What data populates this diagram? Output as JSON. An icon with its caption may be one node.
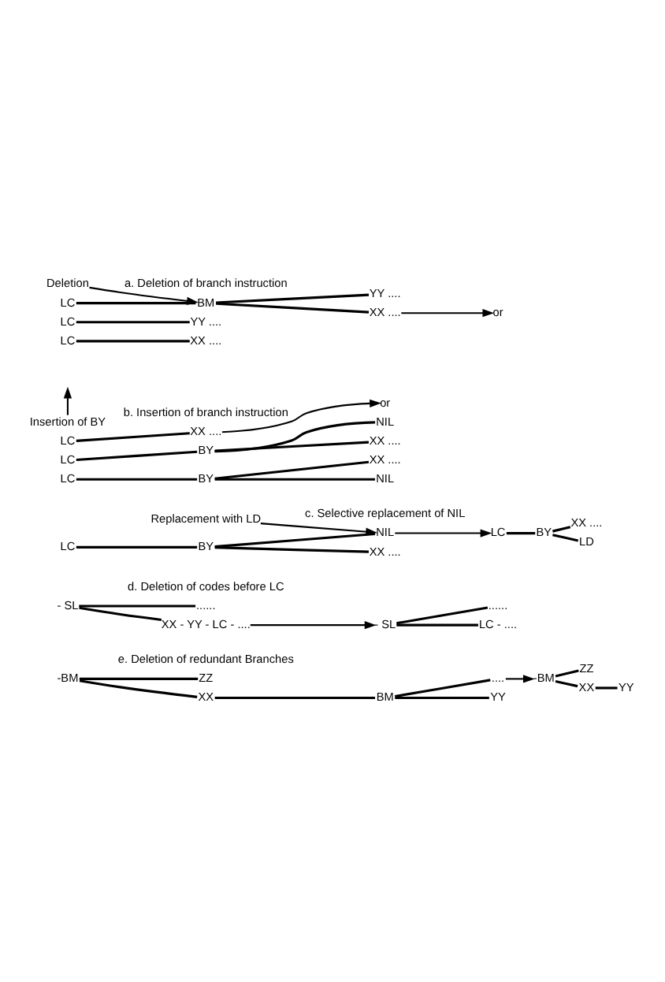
{
  "diagram": {
    "nodes": [
      {
        "text": [
          "Deletion"
        ]
      },
      {
        "text": [
          "LC"
        ]
      },
      {
        "text": [
          "BM"
        ]
      },
      {
        "text": [
          "XX ...."
        ]
      },
      {
        "text": [
          "YY ...."
        ]
      },
      {
        "text": [
          "or"
        ]
      },
      {
        "text": [
          "LC"
        ]
      },
      {
        "text": [
          "YY ...."
        ]
      },
      {
        "text": [
          "LC"
        ]
      },
      {
        "text": [
          "XX ...."
        ]
      },
      {
        "text": [
          "Insertion of BY"
        ]
      },
      {
        "text": [
          "LC"
        ]
      },
      {
        "text": [
          "XX ...."
        ]
      },
      {
        "text": [
          "or"
        ]
      },
      {
        "text": [
          "LC"
        ]
      },
      {
        "text": [
          "BY"
        ]
      },
      {
        "text": [
          "XX ...."
        ]
      },
      {
        "text": [
          "NIL"
        ]
      },
      {
        "text": [
          "LC"
        ]
      },
      {
        "text": [
          "BY"
        ]
      },
      {
        "text": [
          "NIL"
        ]
      },
      {
        "text": [
          "XX ...."
        ]
      },
      {
        "text": [
          "Replacement with LD"
        ]
      },
      {
        "text": [
          "LC"
        ]
      },
      {
        "text": [
          "BY"
        ]
      },
      {
        "text": [
          "NIL"
        ]
      },
      {
        "text": [
          "XX ...."
        ]
      },
      {
        "text": [
          "LC"
        ]
      },
      {
        "text": [
          "BY"
        ]
      },
      {
        "text": [
          "LD"
        ]
      },
      {
        "text": [
          "XX ...."
        ]
      },
      {
        "text": [
          "- SL"
        ]
      },
      {
        "text": [
          "XX - YY - LC - ...."
        ]
      },
      {
        "text": [
          "......"
        ]
      },
      {
        "text": [
          "- SL"
        ]
      },
      {
        "text": [
          "LC - ...."
        ]
      },
      {
        "text": [
          "......"
        ]
      },
      {
        "text": [
          "-BM"
        ]
      },
      {
        "text": [
          "XX"
        ]
      },
      {
        "text": [
          "BM"
        ]
      },
      {
        "text": [
          "YY"
        ]
      },
      {
        "text": [
          "...."
        ]
      },
      {
        "text": [
          "ZZ"
        ]
      },
      {
        "text": [
          "-BM"
        ]
      },
      {
        "text": [
          "XX"
        ]
      },
      {
        "text": [
          "YY"
        ]
      },
      {
        "text": [
          "ZZ"
        ]
      }
    ],
    "edges": [
      {
        "from": 0,
        "to": 2,
        "arrow": "to"
      },
      {
        "from": 1,
        "to": 2,
        "arrow": "none"
      },
      {
        "from": 2,
        "to": 3,
        "arrow": "none"
      },
      {
        "from": 2,
        "to": 4,
        "arrow": "none"
      },
      {
        "from": 3,
        "to": 5,
        "arrow": "to"
      },
      {
        "from": 6,
        "to": 7,
        "arrow": "none"
      },
      {
        "from": 8,
        "to": 9,
        "arrow": "none"
      },
      {
        "from": 10,
        "to": null,
        "arrow": "to"
      },
      {
        "from": 11,
        "to": 12,
        "arrow": "none"
      },
      {
        "from": 12,
        "to": 13,
        "arrow": "to"
      },
      {
        "from": 14,
        "to": 15,
        "arrow": "none"
      },
      {
        "from": 15,
        "to": 16,
        "arrow": "none"
      },
      {
        "from": 15,
        "to": 17,
        "arrow": "none"
      },
      {
        "from": 18,
        "to": 19,
        "arrow": "none"
      },
      {
        "from": 19,
        "to": 20,
        "arrow": "none"
      },
      {
        "from": 19,
        "to": 21,
        "arrow": "none"
      },
      {
        "from": 22,
        "to": 25,
        "arrow": "to"
      },
      {
        "from": 23,
        "to": 24,
        "arrow": "none"
      },
      {
        "from": 24,
        "to": 25,
        "arrow": "none"
      },
      {
        "from": 24,
        "to": 26,
        "arrow": "none"
      },
      {
        "from": 25,
        "to": 27,
        "arrow": "to"
      },
      {
        "from": 27,
        "to": 28,
        "arrow": "none"
      },
      {
        "from": 28,
        "to": 29,
        "arrow": "none"
      },
      {
        "from": 28,
        "to": 30,
        "arrow": "none"
      },
      {
        "from": 31,
        "to": 32,
        "arrow": "none"
      },
      {
        "from": 31,
        "to": 33,
        "arrow": "none"
      },
      {
        "from": 32,
        "to": 34,
        "arrow": "to"
      },
      {
        "from": 34,
        "to": 35,
        "arrow": "none"
      },
      {
        "from": 34,
        "to": 36,
        "arrow": "none"
      },
      {
        "from": 37,
        "to": 38,
        "arrow": "none"
      },
      {
        "from": 37,
        "to": 42,
        "arrow": "none"
      },
      {
        "from": 38,
        "to": 39,
        "arrow": "none"
      },
      {
        "from": 39,
        "to": 40,
        "arrow": "none"
      },
      {
        "from": 39,
        "to": 41,
        "arrow": "none"
      },
      {
        "from": 41,
        "to": 43,
        "arrow": "to"
      },
      {
        "from": 43,
        "to": 44,
        "arrow": "none"
      },
      {
        "from": 44,
        "to": 45,
        "arrow": "none"
      },
      {
        "from": 43,
        "to": 46,
        "arrow": "none"
      }
    ],
    "labels": [
      "a. Deletion of branch instruction",
      "b. Insertion of branch instruction",
      "c. Selective replacement of NIL",
      "d. Deletion of codes before LC",
      "e. Deletion of redundant Branches"
    ]
  }
}
